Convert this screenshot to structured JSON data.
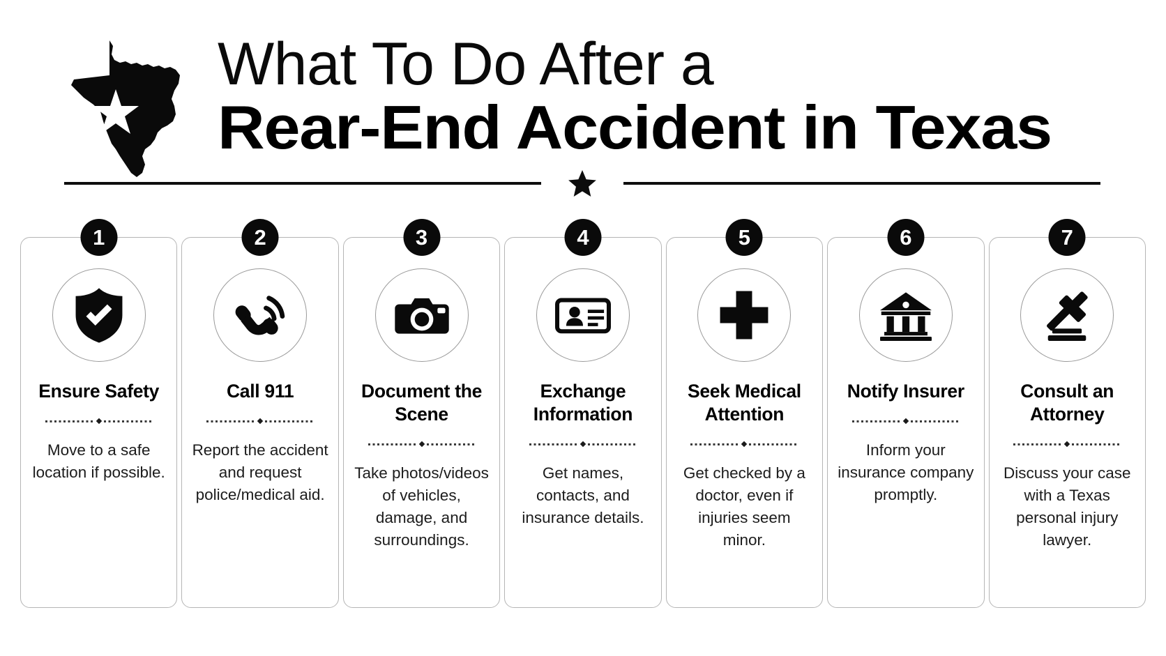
{
  "header": {
    "title_line1": "What To Do After a",
    "title_line2": "Rear-End Accident in Texas",
    "state_icon": "texas-map-icon",
    "divider_icon": "star-icon"
  },
  "colors": {
    "ink": "#0a0a0a",
    "card_border": "#b5b5b5",
    "icon_ring": "#9a9a9a",
    "badge_bg": "#0a0a0a",
    "badge_text": "#ffffff",
    "background": "#ffffff"
  },
  "steps": [
    {
      "number": "1",
      "icon": "shield-check-icon",
      "title": "Ensure Safety",
      "body": "Move to a safe location if possible."
    },
    {
      "number": "2",
      "icon": "ringing-phone-icon",
      "title": "Call 911",
      "body": "Report the accident and request police/medical aid."
    },
    {
      "number": "3",
      "icon": "camera-icon",
      "title": "Document the Scene",
      "body": "Take photos/videos of vehicles, damage, and surroundings."
    },
    {
      "number": "4",
      "icon": "id-card-icon",
      "title": "Exchange Information",
      "body": "Get names, contacts, and insurance details."
    },
    {
      "number": "5",
      "icon": "medical-cross-icon",
      "title": "Seek Medical Attention",
      "body": "Get checked by a doctor, even if injuries seem minor."
    },
    {
      "number": "6",
      "icon": "bank-building-icon",
      "title": "Notify Insurer",
      "body": "Inform your insurance company promptly."
    },
    {
      "number": "7",
      "icon": "gavel-icon",
      "title": "Consult an Attorney",
      "body": "Discuss your case with a Texas personal injury lawyer."
    }
  ]
}
